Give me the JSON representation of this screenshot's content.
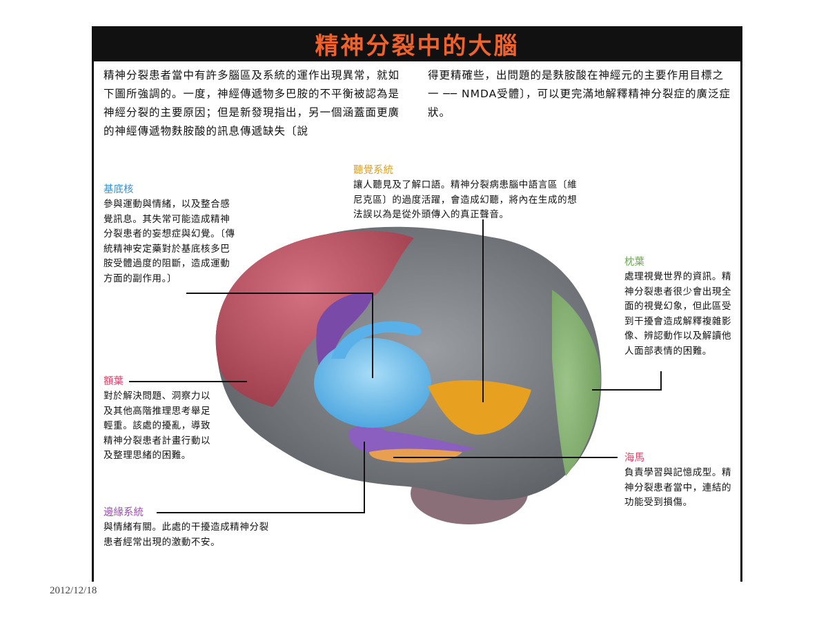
{
  "title": "精神分裂中的大腦",
  "intro": {
    "left": "精神分裂患者當中有許多腦區及系統的運作出現異常，就如下圖所強調的。一度，神經傳遞物多巴胺的不平衡被認為是神經分裂的主要原因；但是新發現指出，另一個涵蓋面更廣的神經傳遞物麩胺酸的訊息傳遞缺失〔說",
    "right": "得更精確些，出問題的是麩胺酸在神經元的主要作用目標之一 ── NMDA受體〕，可以更完滿地解釋精神分裂症的廣泛症狀。"
  },
  "regions": {
    "basal_ganglia": {
      "head": "基底核",
      "body": "參與運動與情緒，以及整合感覺訊息。其失常可能造成精神分裂患者的妄想症與幻覺。〔傳統精神安定藥對於基底核多巴胺受體過度的阻斷，造成運動方面的副作用。〕"
    },
    "auditory": {
      "head": "聽覺系統",
      "body": "讓人聽見及了解口語。精神分裂病患腦中語言區〔維尼克區〕的過度活躍，會造成幻聽，將內在生成的想法誤以為是從外頭傳入的真正聲音。"
    },
    "occipital": {
      "head": "枕葉",
      "body": "處理視覺世界的資訊。精神分裂患者很少會出現全面的視覺幻象，但此區受到干擾會造成解釋複雜影像、辨認動作以及解讀他人面部表情的困難。"
    },
    "frontal": {
      "head": "額葉",
      "body": "對於解決問題、洞察力以及其他高階推理思考舉足輕重。該處的擾亂，導致精神分裂患者計畫行動以及整理思緒的困難。"
    },
    "hippocampus": {
      "head": "海馬",
      "body": "負責學習與記憶成型。精神分裂患者當中，連結的功能受到損傷。"
    },
    "limbic": {
      "head": "邊緣系統",
      "body": "與情緒有關。此處的干擾造成精神分裂患者經常出現的激動不安。"
    }
  },
  "colors": {
    "title": "#f0622b",
    "basal_ganglia": "#3a8fd0",
    "auditory": "#e0a020",
    "occipital": "#6aa84f",
    "frontal": "#e0446a",
    "hippocampus": "#e0446a",
    "limbic": "#9a4fb0"
  },
  "date": "2012/12/18"
}
